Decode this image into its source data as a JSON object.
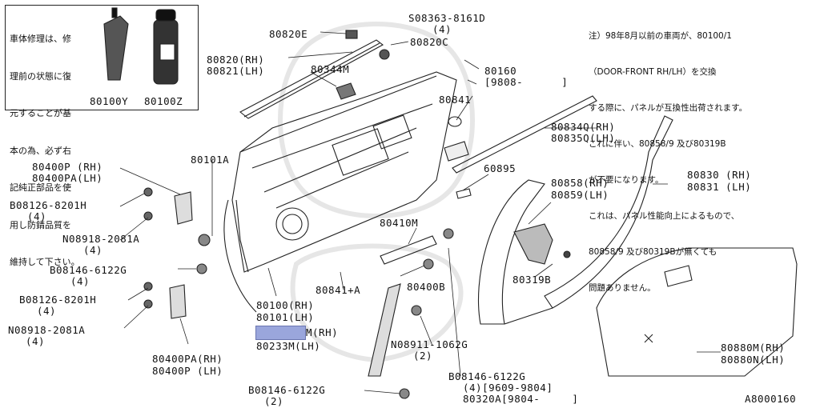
{
  "notice_box": {
    "lines": [
      "車体修理は、修",
      "理前の状態に復",
      "元することが基",
      "本の為、必ず右",
      "記純正部品を使",
      "用し防錆品質を",
      "維持して下さい。"
    ],
    "parts": [
      "80100Y",
      "80100Z"
    ]
  },
  "note_top_right": {
    "lines": [
      "注）98年8月以前の車両が、80100/1",
      "（DOOR-FRONT RH/LH）を交換",
      "する際に、パネルが互換性出荷されます。",
      "これに伴い、80858/9 及び80319B",
      "が不要になります。",
      "これは、パネル性能向上によるもので、",
      "80858/9 及び80319Bが無くても",
      "問題ありません。"
    ]
  },
  "labels": {
    "l_80820E": "80820E",
    "l_08363": "S08363-8161D",
    "l_08363_qty": "(4)",
    "l_80820C": "80820C",
    "l_80820": "80820(RH)",
    "l_80821": "80821(LH)",
    "l_80344M": "80344M",
    "l_80160": "80160",
    "l_80160_date": "[9808-      ]",
    "l_80841": "80841",
    "l_80834Q": "80834Q(RH)",
    "l_80835Q": "80835Q(LH)",
    "l_80101A": "80101A",
    "l_80400P_rh": "80400P (RH)",
    "l_80400PA_lh": "80400PA(LH)",
    "l_08126_a": "B08126-8201H",
    "l_08126_a_qty": "(4)",
    "l_08918_a": "N08918-2081A",
    "l_08918_a_qty": "(4)",
    "l_60895": "60895",
    "l_80858": "80858(RH)",
    "l_80859": "80859(LH)",
    "l_80830": "80830 (RH)",
    "l_80831": "80831 (LH)",
    "l_80410M": "80410M",
    "l_08146_a": "B08146-6122G",
    "l_08146_a_qty": "(4)",
    "l_08126_b": "B08126-8201H",
    "l_08126_b_qty": "(4)",
    "l_08918_b": "N08918-2081A",
    "l_08918_b_qty": "(4)",
    "l_80841A": "80841+A",
    "l_80400B": "80400B",
    "l_80319B": "80319B",
    "l_80100": "80100(RH)",
    "l_80101": "80101(LH)",
    "l_80232": "M(RH)",
    "l_80233": "80233M(LH)",
    "l_08911": "N08911-1062G",
    "l_08911_qty": "(2)",
    "l_80400PA_rh": "80400PA(RH)",
    "l_80400P_lh": "80400P (LH)",
    "l_08146_b": "B08146-6122G",
    "l_08146_b_qty": "(4)[9609-9804]",
    "l_80320A": "80320A[9804-     ]",
    "l_08146_c": "B08146-6122G",
    "l_08146_c_qty": "(2)",
    "l_80880M": "80880M(RH)",
    "l_80880N": "80880N(LH)",
    "l_ref": "A8000160"
  }
}
